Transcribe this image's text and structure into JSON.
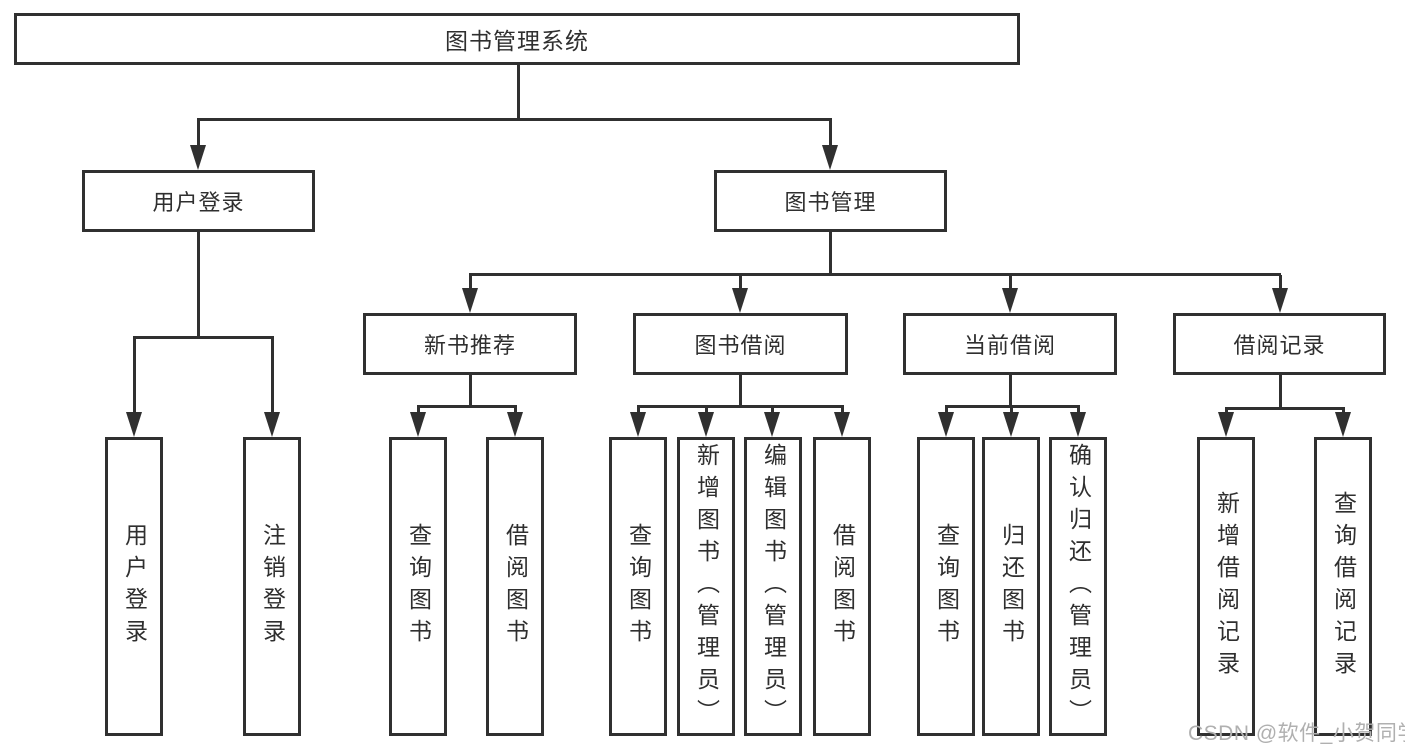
{
  "diagram": {
    "root": {
      "label": "图书管理系统"
    },
    "level2": [
      {
        "label": "用户登录"
      },
      {
        "label": "图书管理"
      }
    ],
    "level3": [
      {
        "label": "新书推荐"
      },
      {
        "label": "图书借阅"
      },
      {
        "label": "当前借阅"
      },
      {
        "label": "借阅记录"
      }
    ],
    "leaves": [
      {
        "label": "用户登录"
      },
      {
        "label": "注销登录"
      },
      {
        "label": "查询图书"
      },
      {
        "label": "借阅图书"
      },
      {
        "label": "查询图书"
      },
      {
        "label": "新增图书（管理员）"
      },
      {
        "label": "编辑图书（管理员）"
      },
      {
        "label": "借阅图书"
      },
      {
        "label": "查询图书"
      },
      {
        "label": "归还图书"
      },
      {
        "label": "确认归还（管理员）"
      },
      {
        "label": "新增借阅记录"
      },
      {
        "label": "查询借阅记录"
      }
    ]
  },
  "watermark": {
    "text": "CSDN @软件_小贺同学"
  },
  "colors": {
    "line": "#303030",
    "text": "#2f2f2f",
    "background": "#ffffff",
    "watermark": "#b0b0b0"
  }
}
